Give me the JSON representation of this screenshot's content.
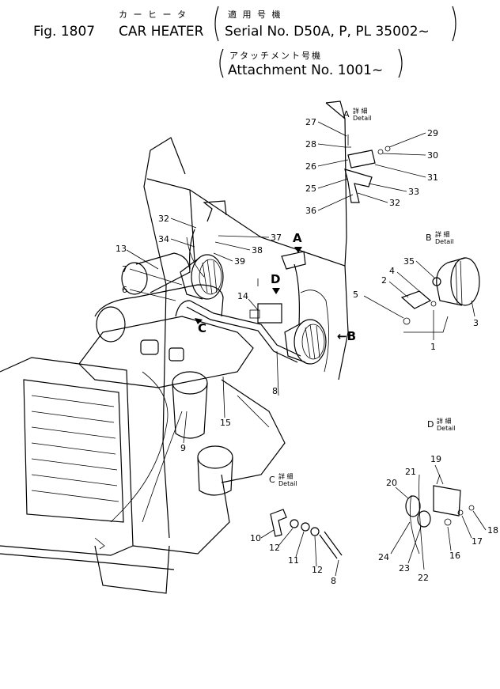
{
  "header": {
    "fig_number": "Fig. 1807",
    "title_jp": "カ ー ヒ ー タ",
    "title_en": "CAR HEATER",
    "serial_jp": "適 用 号 機",
    "serial_en": "Serial No. D50A, P, PL 35002~",
    "attach_jp": "アタッチメント号機",
    "attach_en": "Attachment No. 1001~"
  },
  "details": {
    "A": {
      "letter": "A",
      "jp": "詳 細",
      "en": "Detail"
    },
    "B": {
      "letter": "B",
      "jp": "詳 細",
      "en": "Detail"
    },
    "C": {
      "letter": "C",
      "jp": "詳 細",
      "en": "Detail"
    },
    "D": {
      "letter": "D",
      "jp": "詳 細",
      "en": "Detail"
    }
  },
  "view_markers": {
    "A": "A",
    "B": "←B",
    "C": "C",
    "D": "D"
  },
  "callouts": {
    "n1": "1",
    "n2": "2",
    "n3": "3",
    "n4": "4",
    "n5": "5",
    "n6": "6",
    "n7": "7",
    "n8a": "8",
    "n8b": "8",
    "n9": "9",
    "n10": "10",
    "n11": "11",
    "n12a": "12",
    "n12b": "12",
    "n13": "13",
    "n14": "14",
    "n15": "15",
    "n16": "16",
    "n17": "17",
    "n18": "18",
    "n19": "19",
    "n20": "20",
    "n21": "21",
    "n22": "22",
    "n23": "23",
    "n24": "24",
    "n25": "25",
    "n26": "26",
    "n27": "27",
    "n28": "28",
    "n29": "29",
    "n30": "30",
    "n31": "31",
    "n32a": "32",
    "n32b": "32",
    "n33": "33",
    "n34": "34",
    "n35": "35",
    "n36": "36",
    "n37": "37",
    "n38": "38",
    "n39": "39"
  }
}
